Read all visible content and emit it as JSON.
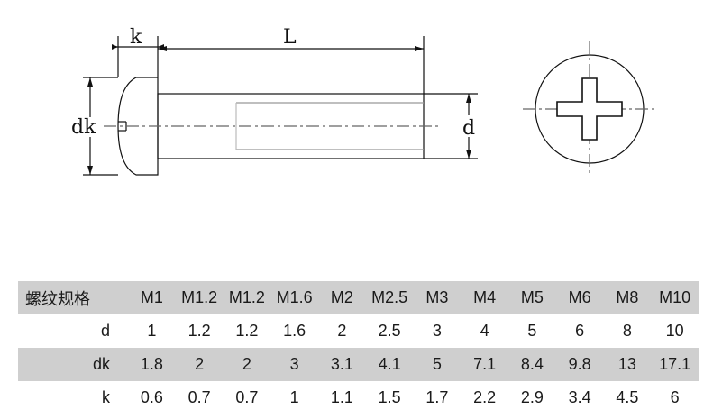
{
  "diagram": {
    "labels": {
      "k": "k",
      "L": "L",
      "dk": "dk",
      "d": "d"
    }
  },
  "table": {
    "header_label": "螺纹规格",
    "sizes": [
      "M1",
      "M1.2",
      "M1.2",
      "M1.6",
      "M2",
      "M2.5",
      "M3",
      "M4",
      "M5",
      "M6",
      "M8",
      "M10"
    ],
    "rows": [
      {
        "label": "d",
        "values": [
          "1",
          "1.2",
          "1.2",
          "1.6",
          "2",
          "2.5",
          "3",
          "4",
          "5",
          "6",
          "8",
          "10"
        ]
      },
      {
        "label": "dk",
        "values": [
          "1.8",
          "2",
          "2",
          "3",
          "3.1",
          "4.1",
          "5",
          "7.1",
          "8.4",
          "9.8",
          "13",
          "17.1"
        ]
      },
      {
        "label": "k",
        "values": [
          "0.6",
          "0.7",
          "0.7",
          "1",
          "1.1",
          "1.5",
          "1.7",
          "2.2",
          "2.9",
          "3.4",
          "4.5",
          "6"
        ]
      }
    ]
  }
}
